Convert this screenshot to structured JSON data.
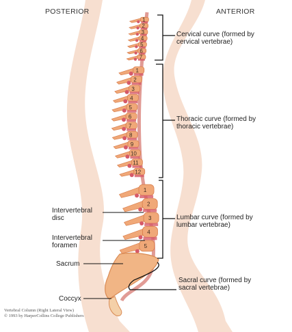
{
  "header": {
    "left": "POSTERIOR",
    "right": "ANTERIOR"
  },
  "curves": [
    {
      "id": "cervical",
      "line1": "Cervical curve (formed by",
      "line2": "cervical vertebrae)"
    },
    {
      "id": "thoracic",
      "line1": "Thoracic curve (formed by",
      "line2": "thoracic vertebrae)"
    },
    {
      "id": "lumbar",
      "line1": "Lumbar curve (formed by",
      "line2": "lumbar vertebrae)"
    },
    {
      "id": "sacral",
      "line1": "Sacral curve (formed by",
      "line2": "sacral vertebrae)"
    }
  ],
  "parts": [
    {
      "id": "intervertebral-disc",
      "line1": "Intervertebral",
      "line2": "disc"
    },
    {
      "id": "intervertebral-foramen",
      "line1": "Intervertebral",
      "line2": "foramen"
    },
    {
      "id": "sacrum",
      "line1": "Sacrum"
    },
    {
      "id": "coccyx",
      "line1": "Coccyx"
    }
  ],
  "vertebra_numbers": {
    "cervical": [
      "1",
      "2",
      "3",
      "4",
      "5",
      "6",
      "7"
    ],
    "thoracic": [
      "1",
      "2",
      "3",
      "4",
      "5",
      "6",
      "7",
      "8",
      "9",
      "10",
      "11",
      "12"
    ],
    "lumbar": [
      "1",
      "2",
      "3",
      "4",
      "5"
    ]
  },
  "credit": {
    "line1": "Vertebral Column (Right Lateral View)",
    "line2": "© 1993 by HarperCollins College Publishers"
  },
  "colors": {
    "silhouette": "#f3cdb5",
    "silhouette_edge": "#e9a98a",
    "vertebra": "#f0a878",
    "vertebra_dark": "#d9804f",
    "disc": "#d65a68",
    "bracket": "#111111"
  }
}
